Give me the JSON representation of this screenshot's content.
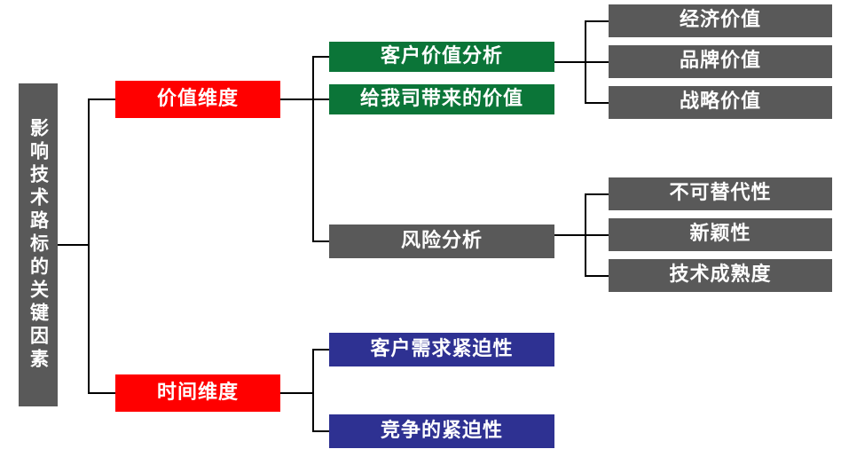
{
  "diagram": {
    "title": "影响技术路标的关键因素",
    "type": "tree-hierarchy",
    "colors": {
      "gray": "#595959",
      "red": "#ff0000",
      "green": "#0b7538",
      "blue": "#2e3192",
      "connector": "#000000",
      "background": "#ffffff",
      "text": "#ffffff"
    }
  },
  "root": {
    "label": "影响技术路标的关键因素",
    "color": "gray",
    "orientation": "vertical"
  },
  "level1": [
    {
      "label": "价值维度",
      "color": "red"
    },
    {
      "label": "时间维度",
      "color": "red"
    }
  ],
  "level2": {
    "value_dimension": [
      {
        "label": "客户价值分析",
        "color": "green"
      },
      {
        "label": "给我司带来的价值",
        "color": "green"
      },
      {
        "label": "风险分析",
        "color": "gray"
      }
    ],
    "time_dimension": [
      {
        "label": "客户需求紧迫性",
        "color": "blue"
      },
      {
        "label": "竞争的紧迫性",
        "color": "blue"
      }
    ]
  },
  "level3": {
    "customer_value_analysis": [
      {
        "label": "经济价值",
        "color": "gray"
      },
      {
        "label": "品牌价值",
        "color": "gray"
      },
      {
        "label": "战略价值",
        "color": "gray"
      }
    ],
    "risk_analysis": [
      {
        "label": "不可替代性",
        "color": "gray"
      },
      {
        "label": "新颖性",
        "color": "gray"
      },
      {
        "label": "技术成熟度",
        "color": "gray"
      }
    ]
  }
}
